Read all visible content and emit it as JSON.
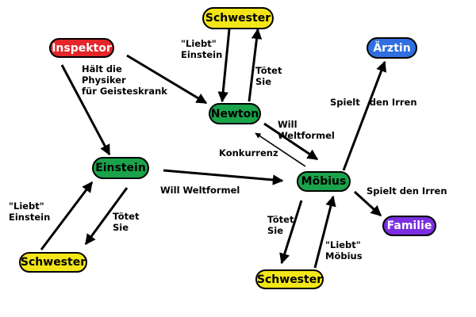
{
  "nodes": {
    "inspektor": {
      "label": "Inspektor",
      "color": "#e4262a",
      "text_color": "#ffffff"
    },
    "schwester_top": {
      "label": "Schwester",
      "color": "#f2e619",
      "text_color": "#000000"
    },
    "newton": {
      "label": "Newton",
      "color": "#1aa34a",
      "text_color": "#000000"
    },
    "aerztin": {
      "label": "Ärztin",
      "color": "#2f6fe0",
      "text_color": "#ffffff"
    },
    "einstein": {
      "label": "Einstein",
      "color": "#1aa34a",
      "text_color": "#000000"
    },
    "moebius": {
      "label": "Möbius",
      "color": "#1aa34a",
      "text_color": "#000000"
    },
    "familie": {
      "label": "Familie",
      "color": "#7b2fe0",
      "text_color": "#ffffff"
    },
    "schwester_left": {
      "label": "Schwester",
      "color": "#f2e619",
      "text_color": "#000000"
    },
    "schwester_bottom": {
      "label": "Schwester",
      "color": "#f2e619",
      "text_color": "#000000"
    }
  },
  "labels": {
    "liebt_newton": "\"Liebt\"\nEinstein",
    "toetet_newton": "Tötet\nSie",
    "inspektor_einstein": "Hält die\nPhysiker\nfür Geisteskrank",
    "spielt_aerztin": "Spielt   den Irren",
    "will_newton": "Will\nWeltformel",
    "konkurrenz": "Konkurrenz",
    "will_einstein": "Will Weltformel",
    "spielt_familie": "Spielt den Irren",
    "liebt_einstein": "\"Liebt\"\nEinstein",
    "toetet_einstein": "Tötet\nSie",
    "toetet_moebius": "Tötet\nSie",
    "liebt_moebius": "\"Liebt\"\nMöbius"
  }
}
